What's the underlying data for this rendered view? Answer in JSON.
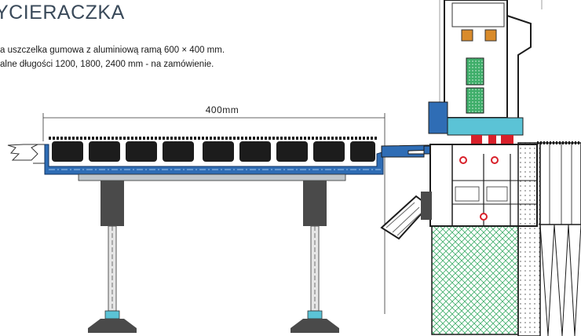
{
  "title": "YCIERACZKA",
  "description": {
    "line1": "a uszczelka gumowa z aluminiową ramą 600 × 400 mm.",
    "line2": "alne długości 1200, 1800, 2400 mm - na zamówienie."
  },
  "dimension": {
    "label": "400mm"
  },
  "colors": {
    "frame_blue": "#2f6db5",
    "profile_cyan": "#5bc3d6",
    "insulation_green": "#3fae6a",
    "glazing_pane": "#7ccfa0",
    "gasket_red": "#d8202a",
    "brush_black": "#1c1c1c",
    "leg_gray": "#4a4a4a"
  },
  "icons": {
    "wiper_bristles": "brush-strip-icon",
    "support_legs": "adjustable-leg-icon",
    "window_section": "window-profile-section-icon"
  }
}
